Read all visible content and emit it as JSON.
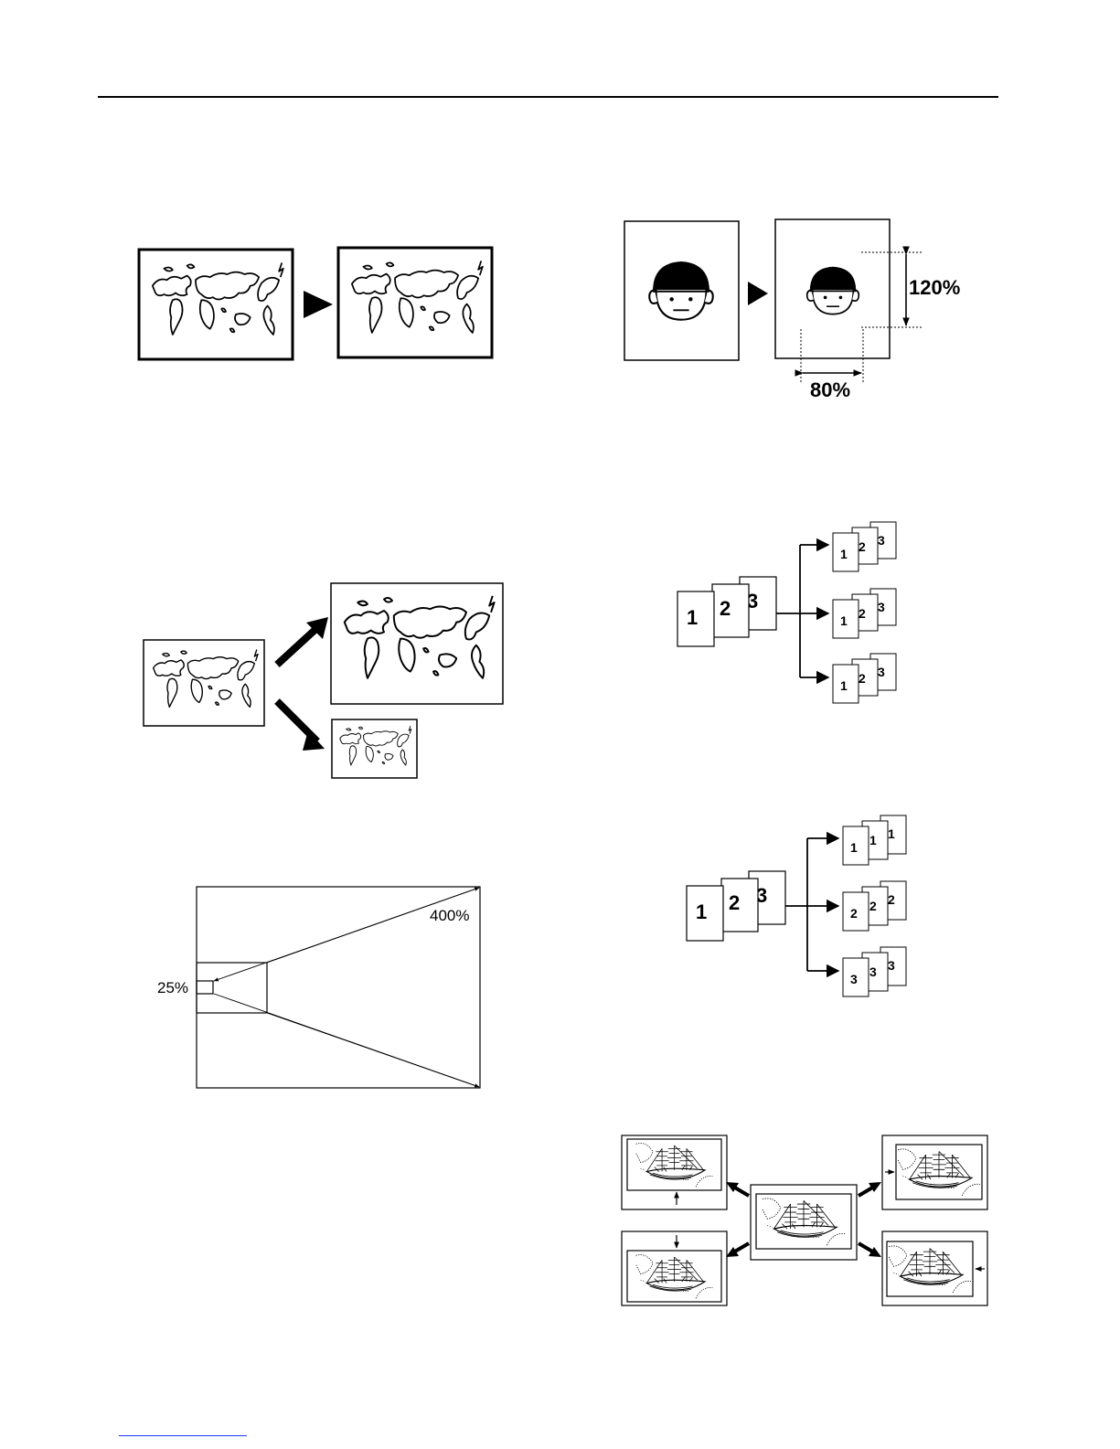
{
  "labels": {
    "vertical_ratio": "120%",
    "horizontal_ratio": "80%",
    "zoom_max": "400%",
    "zoom_min": "25%"
  },
  "sort_stack": {
    "pages": [
      "1",
      "2",
      "3"
    ]
  },
  "group_stack": {
    "pages": [
      "1",
      "2",
      "3"
    ]
  },
  "icons": {
    "map": "world-map-icon",
    "face": "face-icon",
    "ship": "sailing-ship-icon"
  }
}
